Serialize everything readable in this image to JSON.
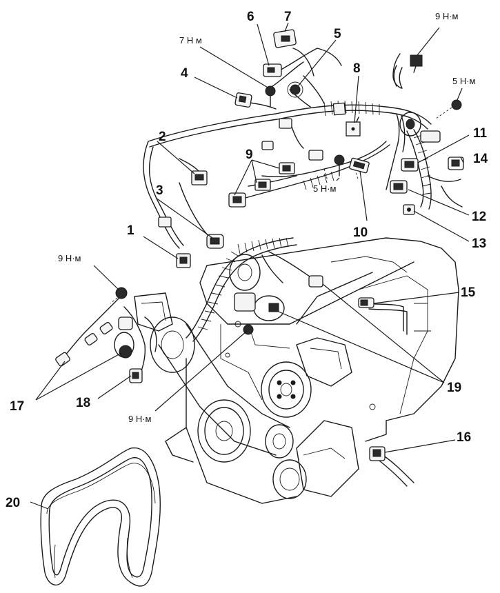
{
  "callouts": {
    "c1": "1",
    "c2": "2",
    "c3": "3",
    "c4": "4",
    "c5": "5",
    "c6": "6",
    "c7": "7",
    "c8": "8",
    "c9": "9",
    "c10": "10",
    "c11": "11",
    "c12": "12",
    "c13": "13",
    "c14": "14",
    "c15": "15",
    "c16": "16",
    "c17": "17",
    "c18": "18",
    "c19": "19",
    "c20": "20"
  },
  "torques": {
    "t_top_right": "9 Н·м",
    "t_seven": "7 Н м",
    "t_five_right": "5 Н·м",
    "t_five_mid": "5 Н·м",
    "t_left": "9 Н·м",
    "t_bottom": "9 Н·м"
  }
}
